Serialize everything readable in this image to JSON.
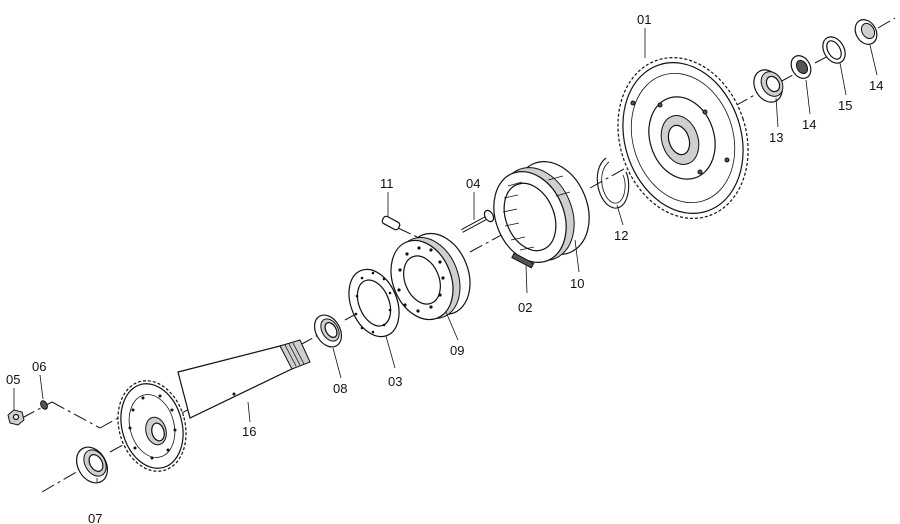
{
  "diagram": {
    "callouts": {
      "p01": "01",
      "p02": "02",
      "p03": "03",
      "p04": "04",
      "p05": "05",
      "p06": "06",
      "p07": "07",
      "p08": "08",
      "p09": "09",
      "p10": "10",
      "p11": "11",
      "p12": "12",
      "p13": "13",
      "p14a": "14",
      "p14b": "14",
      "p15": "15",
      "p16": "16"
    }
  }
}
